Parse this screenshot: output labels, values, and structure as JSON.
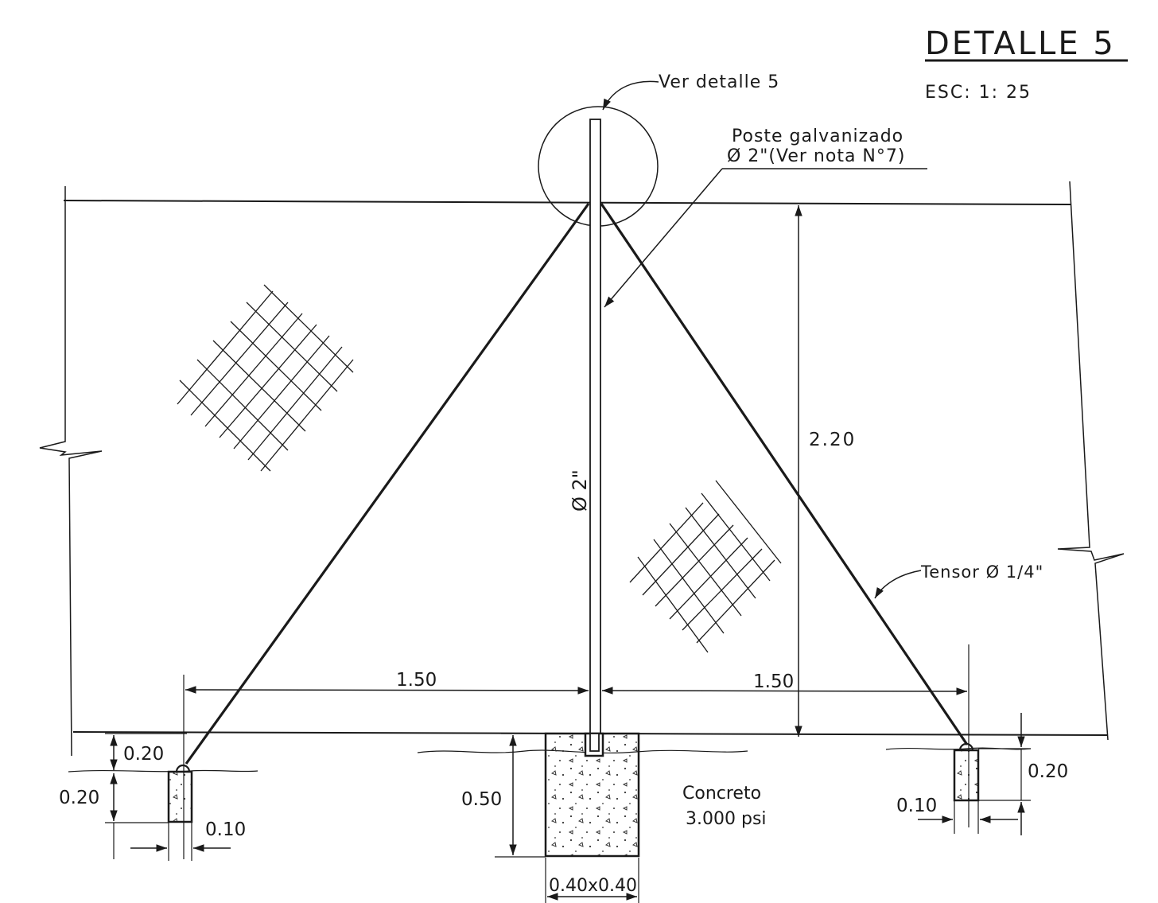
{
  "title": {
    "heading": "DETALLE 5",
    "scale": "ESC: 1: 25"
  },
  "callouts": {
    "detail_ref": "Ver detalle 5",
    "post_line1": "Poste galvanizado",
    "post_line2": "Ø 2\"(Ver nota N°7)",
    "tensor": "Tensor Ø 1/4\"",
    "post_diameter": "Ø 2\"",
    "concrete_line1": "Concreto",
    "concrete_line2": "3.000 psi"
  },
  "dimensions": {
    "height": "2.20",
    "left_span": "1.50",
    "right_span": "1.50",
    "footing_depth": "0.50",
    "footing_size": "0.40x0.40",
    "left_anchor_top": "0.20",
    "left_anchor_depth": "0.20",
    "left_anchor_width": "0.10",
    "right_anchor_depth": "0.20",
    "right_anchor_width": "0.10"
  },
  "colors": {
    "ink": "#1a1a1a",
    "paper": "#ffffff"
  }
}
